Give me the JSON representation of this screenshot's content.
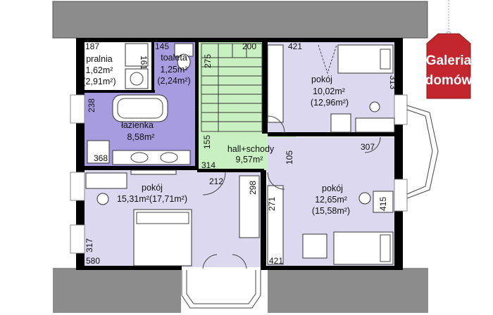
{
  "colors": {
    "room_fill": "#dcd8f0",
    "hall_fill": "#c8f0c0",
    "bath_fill": "#a89ce0",
    "roof": "#8c8c8c",
    "badge_red": "#c4262e"
  },
  "badge": {
    "line1": "Galeria",
    "line2": "domów"
  },
  "rooms": {
    "pralnia": {
      "name": "pralnia",
      "area": "1,62m²",
      "area2": "(2,91m²)"
    },
    "toaleta": {
      "name": "toaleta",
      "area": "1,25m²",
      "area2": "(2,24m²)"
    },
    "lazienka": {
      "name": "łazienka",
      "area": "8,58m²"
    },
    "hall": {
      "name": "hall+schody",
      "area": "9,57m²"
    },
    "pokoj_ne": {
      "name": "pokój",
      "area": "10,02m²",
      "area2": "(12,96m²)"
    },
    "pokoj_e": {
      "name": "pokój",
      "area": "12,65m²",
      "area2": "(15,58m²)"
    },
    "pokoj_sw": {
      "name": "pokój",
      "area": "15,31m²(17,71m²)"
    }
  },
  "dimensions": {
    "d187": "187",
    "d161": "161",
    "d145": "145",
    "d275": "275",
    "d200": "200",
    "d421a": "421",
    "d313": "313",
    "d238": "238",
    "d368": "368",
    "d155": "155",
    "d314": "314",
    "d105": "105",
    "d307": "307",
    "d212": "212",
    "d298": "298",
    "d271": "271",
    "d415": "415",
    "d317": "317",
    "d580": "580",
    "d421b": "421"
  }
}
